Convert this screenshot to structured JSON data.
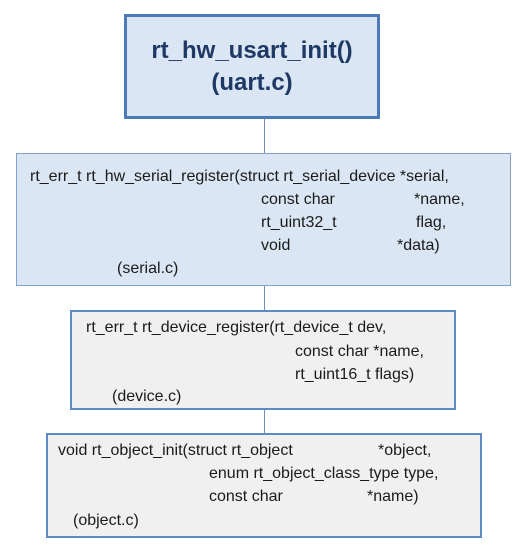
{
  "nodes": {
    "usart_init": {
      "func": "rt_hw_usart_init()",
      "file": "(uart.c)"
    },
    "serial_register": {
      "sig": "rt_err_t rt_hw_serial_register(struct rt_serial_device *serial,",
      "params": [
        {
          "type": "const char",
          "name": "*name,"
        },
        {
          "type": "rt_uint32_t",
          "name": "flag,"
        },
        {
          "type": "void",
          "name": "*data)"
        }
      ],
      "file": "(serial.c)"
    },
    "device_register": {
      "sig": "rt_err_t rt_device_register(rt_device_t dev,",
      "params": [
        "const char *name,",
        "rt_uint16_t flags)"
      ],
      "file": "(device.c)"
    },
    "object_init": {
      "sig": "void rt_object_init(struct rt_object",
      "sig_name": "*object,",
      "params": [
        {
          "type": "enum rt_object_class_type type,",
          "name": ""
        },
        {
          "type": "const char",
          "name": "*name)"
        }
      ],
      "file": "(object.c)"
    }
  },
  "colors": {
    "top_fill": "#dae6f3",
    "top_border": "#4a7ab9",
    "top_text": "#1f3864",
    "serial_fill": "#dae6f3",
    "gray_fill": "#f0f0f0",
    "box_border": "#5b8ac4",
    "connector": "#6e8fb8"
  }
}
